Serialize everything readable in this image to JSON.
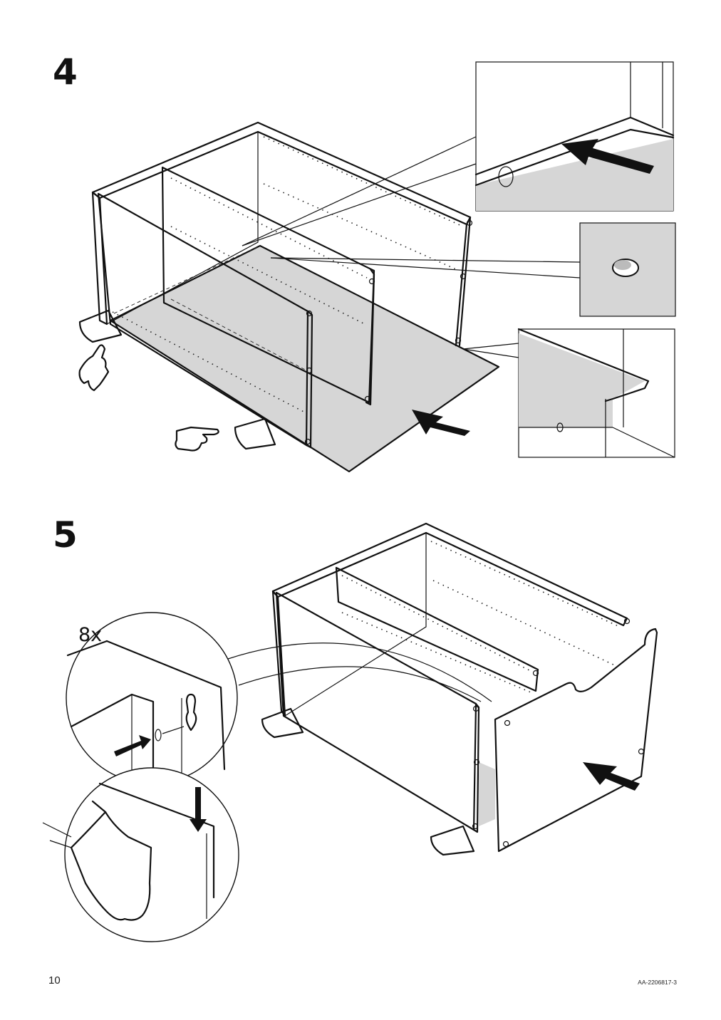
{
  "page": {
    "step_4_number": "4",
    "step_5_number": "5",
    "quantity_label": "8x",
    "page_number": "10",
    "document_code": "AA-2206817-3"
  },
  "illustrations": {
    "step_4": {
      "icons": [
        "panel-assembly-diagram",
        "hand-press-icon",
        "hand-pointing-icon",
        "detail-slot-inset",
        "detail-hole-inset",
        "detail-rail-inset",
        "push-arrow"
      ]
    },
    "step_5": {
      "icons": [
        "cabinet-assembly-diagram",
        "detail-keyhole-inset",
        "hand-press-inset",
        "push-arrow"
      ]
    }
  },
  "colors": {
    "line": "#111111",
    "panel_fill": "#d6d6d6",
    "background": "#ffffff"
  }
}
